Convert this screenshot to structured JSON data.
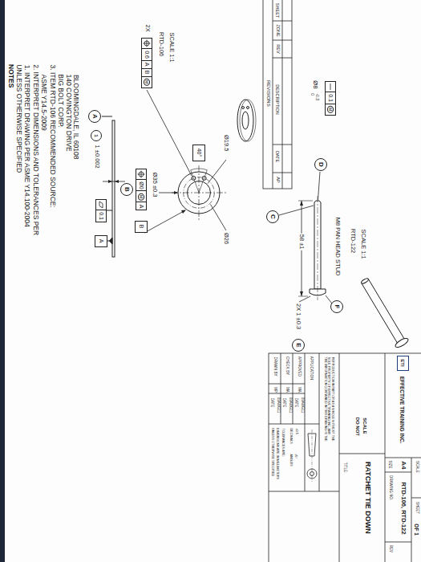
{
  "diagram": {
    "nodes": [
      {
        "text": [
          "A"
        ]
      },
      {
        "text": [
          "1"
        ]
      },
      {
        "text": [
          "0.1"
        ]
      },
      {
        "text": [
          "A"
        ]
      },
      {
        "text": [
          "B"
        ]
      },
      {
        "text": [
          "Ø0",
          "M",
          "A"
        ]
      },
      {
        "text": [
          "B"
        ]
      },
      {
        "text": [
          "40°"
        ]
      },
      {
        "text": [
          "0.6",
          "A",
          "B",
          "M"
        ]
      },
      {
        "text": [
          "C"
        ]
      },
      {
        "text": [
          "D"
        ]
      },
      {
        "text": [
          "0.1",
          "M"
        ]
      },
      {
        "text": [
          "E"
        ]
      },
      {
        "text": [
          "F"
        ]
      },
      {
        "text": [
          "ETI"
        ]
      }
    ],
    "labels": [
      "NOTES",
      "UNLESS OTHERWISE SPECIFIED",
      "1. INTERPRET DRAWING PER ASME Y14.100-2004",
      "2. INTERPRET DIMENSIONS AND TOLERANCES PER",
      "ASME Y14.5-2009",
      "3. ITEM RTD-106 RECOMMENDED SOURCE:",
      "BIG BOLT CORP.",
      "140 COVINGTON DRIVE",
      "BLOOMINGDALE, IL 60108",
      "1 ±0.002",
      "2X",
      "RTD-106",
      "SCALE 1:1",
      "Ø35 ±0.3",
      "Ø26",
      "Ø19.5",
      "REVISIONS",
      "SHEET",
      "ZONE",
      "REV",
      "DESCRIPTION",
      "DATE",
      "AP",
      "Ø8",
      "0",
      "-0.3",
      "58 ±1",
      "M8 PAN HEAD STUD",
      "2X 1 ±0.3",
      "RTD-122",
      "SCALE 1:1",
      "DRAWN BY",
      "MP",
      "DATE",
      "09AUG11",
      "CHECK BY",
      "MA",
      "DATE",
      "09AUG11",
      "APPROVED",
      "MA",
      "DATE",
      "09AUG11",
      "APPLICATION",
      "THE INFORMATION CONTAINED IN THIS DRAWING IS THE",
      "SOLE PROPERTY OF EFFECTIVE TRAINING INC. ANY",
      "REPRODUCTION IN PART OR AS A WHOLE WITHOUT THE",
      "UNLESS OTHERWISE SPECIFIED",
      "DIMENSIONS ARE IN MILLIMETERS",
      "TOLERANCES ARE:",
      "DECIMALS",
      "±0.5",
      "ANGLES",
      "±5°",
      "DO NOT",
      "SCALE",
      "TITLE:",
      "RATCHET TIE DOWN",
      "EFFECTIVE TRAINING INC.",
      "SIZE",
      "A4",
      "DRAWING NO.",
      "RTD-106, RTD-122",
      "REV",
      "SCALE",
      "SHEET",
      "OF 1"
    ]
  }
}
